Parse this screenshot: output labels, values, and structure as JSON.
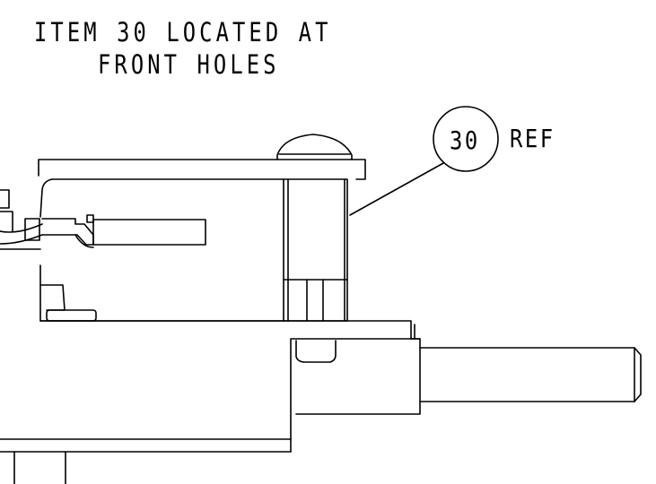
{
  "note": {
    "line1": "ITEM 30 LOCATED AT",
    "line2": "FRONT HOLES"
  },
  "callout": {
    "item_number": "30",
    "suffix": "REF"
  },
  "colors": {
    "line": "#000000",
    "background": "#ffffff"
  }
}
